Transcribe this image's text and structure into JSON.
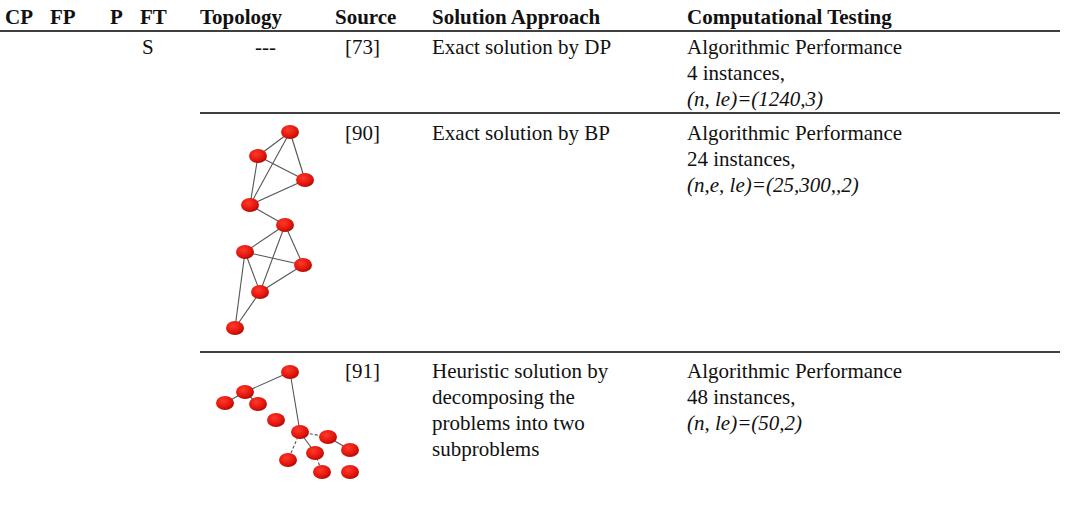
{
  "diagram": {
    "labels": [
      "CP",
      "FP",
      "P",
      "FT",
      "Topology",
      "Source",
      "Solution Approach",
      "Computational Testing",
      "S",
      "---",
      "[73]",
      "Exact solution by DP",
      "Algorithmic Performance",
      "4 instances,",
      "(n, le)=(1240,3)",
      "[90]",
      "Exact solution by BP",
      "Algorithmic Performance",
      "24 instances,",
      "(n,e, le)=(25,300,,2)",
      "[91]",
      "Heuristic solution by decomposing the problems into two subproblems",
      "Algorithmic Performance",
      "48 instances,",
      "(n, le)=(50,2)"
    ]
  }
}
